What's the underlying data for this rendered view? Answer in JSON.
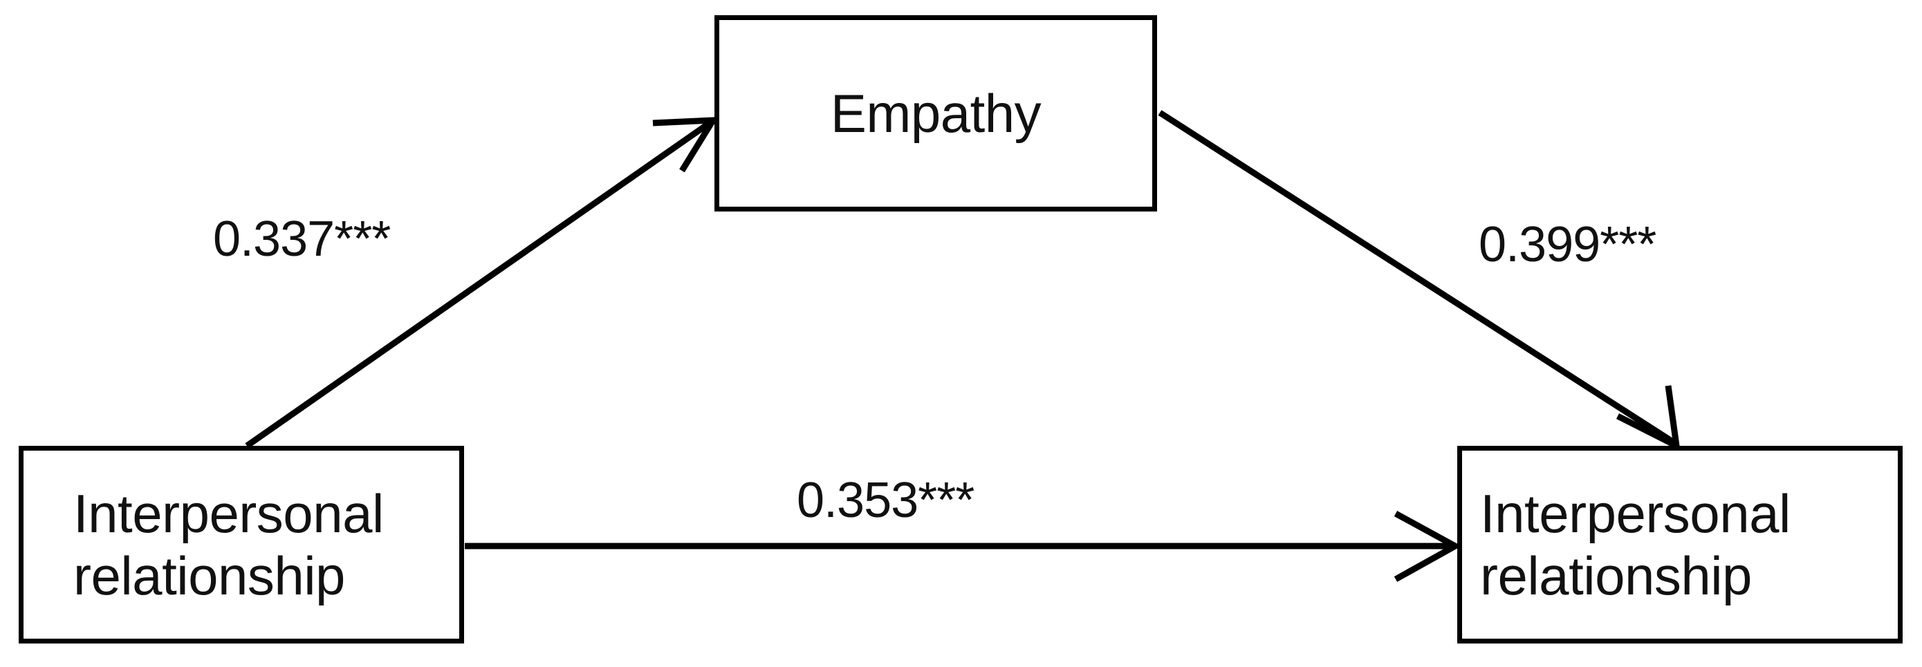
{
  "diagram": {
    "type": "mediation-path-model",
    "background_color": "#ffffff",
    "stroke_color": "#000000",
    "text_color": "#111111",
    "nodes": {
      "mediator": {
        "label": "Empathy"
      },
      "predictor": {
        "label": "Interpersonal\nrelationship"
      },
      "outcome": {
        "label": "Interpersonal\nrelationship"
      }
    },
    "paths": {
      "a": {
        "label": "0.337***",
        "coefficient": "0.337",
        "significance": "***",
        "from": "predictor",
        "to": "mediator"
      },
      "b": {
        "label": "0.399***",
        "coefficient": "0.399",
        "significance": "***",
        "from": "mediator",
        "to": "outcome"
      },
      "c": {
        "label": "0.353***",
        "coefficient": "0.353",
        "significance": "***",
        "from": "predictor",
        "to": "outcome"
      }
    }
  }
}
